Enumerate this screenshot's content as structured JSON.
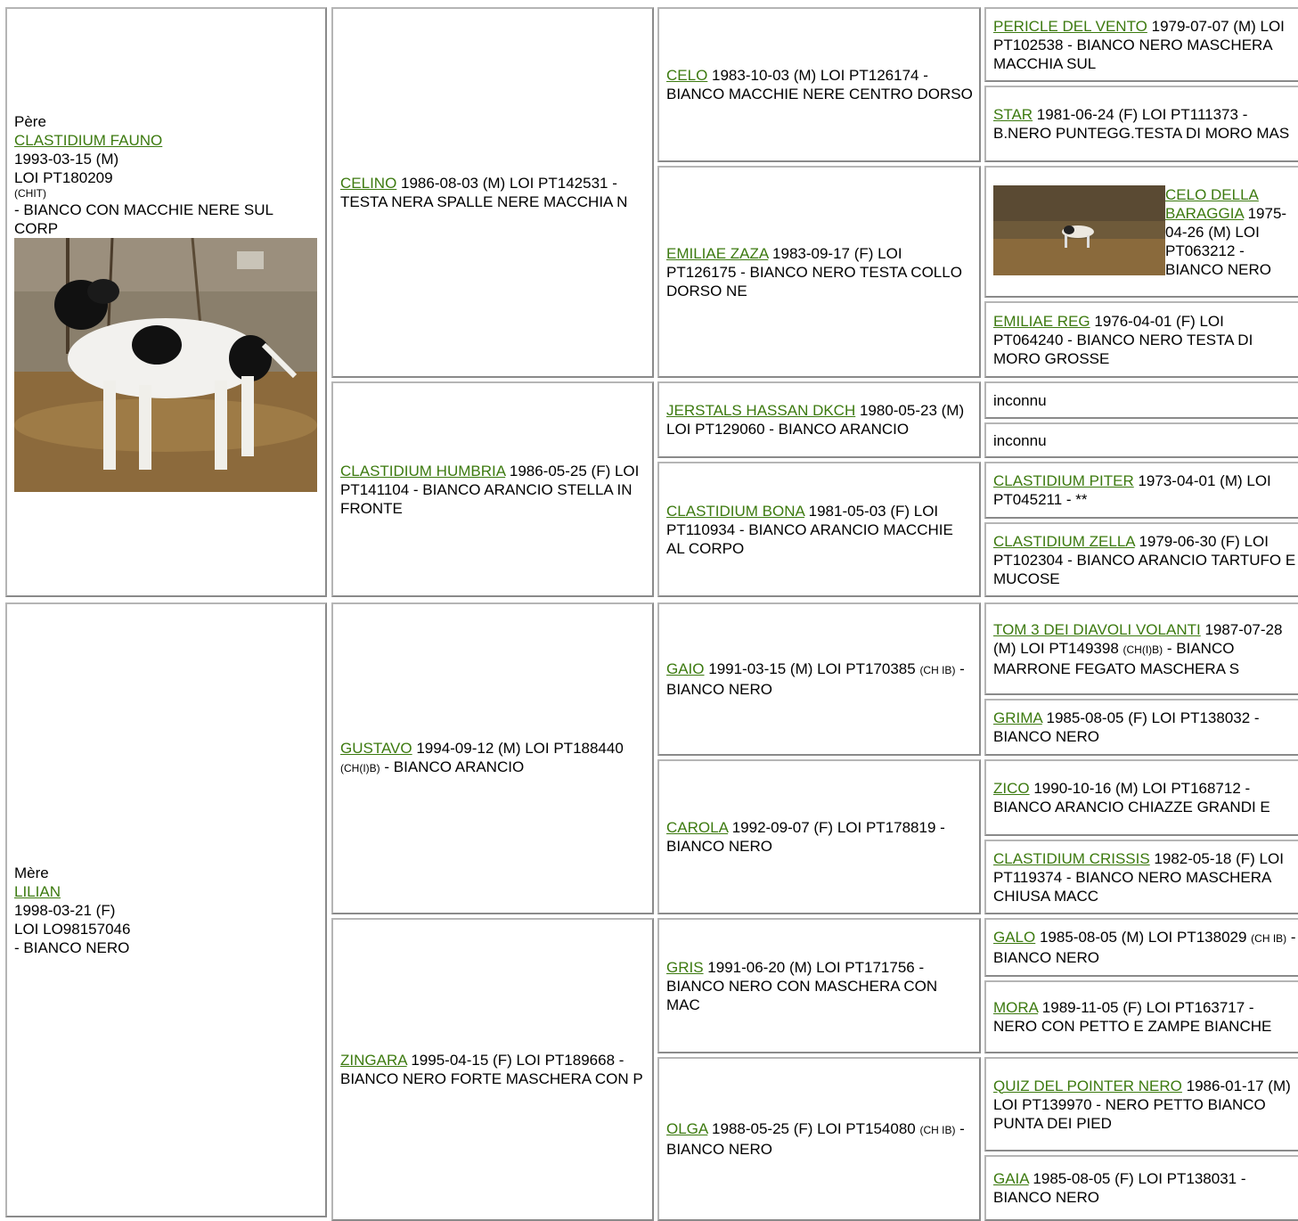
{
  "colors": {
    "link": "#3c7a0f",
    "border": "#b5b5b5"
  },
  "sire": {
    "role": "Père",
    "name": "CLASTIDIUM FAUNO",
    "line1": "1993-03-15 (M)",
    "line2": "LOI PT180209",
    "title": "(CHIT)",
    "desc": "- BIANCO CON MACCHIE NERE SUL CORP"
  },
  "dam": {
    "role": "Mère",
    "name": "LILIAN",
    "line1": "1998-03-21 (F)",
    "line2": "LOI LO98157046",
    "desc": "- BIANCO NERO"
  },
  "g2": [
    {
      "name": "CELINO",
      "info": " 1986-08-03 (M) LOI PT142531 - TESTA NERA SPALLE NERE MACCHIA N"
    },
    {
      "name": "CLASTIDIUM HUMBRIA",
      "info": " 1986-05-25 (F) LOI PT141104 - BIANCO ARANCIO STELLA IN FRONTE"
    },
    {
      "name": "GUSTAVO",
      "info": " 1994-09-12 (M) LOI PT188440 ",
      "title": "(CH(I)B)",
      "info2": " - BIANCO ARANCIO"
    },
    {
      "name": "ZINGARA",
      "info": " 1995-04-15 (F) LOI PT189668 - BIANCO NERO FORTE MASCHERA CON P"
    }
  ],
  "g3": [
    {
      "name": "CELO",
      "info": " 1983-10-03 (M) LOI PT126174 - BIANCO MACCHIE NERE CENTRO DORSO"
    },
    {
      "name": "EMILIAE ZAZA",
      "info": " 1983-09-17 (F) LOI PT126175 - BIANCO NERO TESTA COLLO DORSO NE"
    },
    {
      "name": "JERSTALS HASSAN DKCH",
      "info": " 1980-05-23 (M) LOI PT129060 - BIANCO ARANCIO"
    },
    {
      "name": "CLASTIDIUM BONA",
      "info": " 1981-05-03 (F) LOI PT110934 - BIANCO ARANCIO MACCHIE AL CORPO"
    },
    {
      "name": "GAIO",
      "info": " 1991-03-15 (M) LOI PT170385 ",
      "title": "(CH IB)",
      "info2": " - BIANCO NERO"
    },
    {
      "name": "CAROLA",
      "info": " 1992-09-07 (F) LOI PT178819 - BIANCO NERO"
    },
    {
      "name": "GRIS",
      "info": " 1991-06-20 (M) LOI PT171756 - BIANCO NERO CON MASCHERA CON MAC"
    },
    {
      "name": "OLGA",
      "info": " 1988-05-25 (F) LOI PT154080 ",
      "title": "(CH IB)",
      "info2": " - BIANCO NERO"
    }
  ],
  "g4": [
    {
      "name": "PERICLE DEL VENTO",
      "info": " 1979-07-07 (M) LOI PT102538 - BIANCO NERO MASCHERA MACCHIA SUL"
    },
    {
      "name": "STAR",
      "info": " 1981-06-24 (F) LOI PT111373 - B.NERO PUNTEGG.TESTA DI MORO MAS"
    },
    {
      "name": "CELO DELLA BARAGGIA",
      "info": " 1975-04-26 (M) LOI PT063212 - BIANCO NERO"
    },
    {
      "name": "EMILIAE REG",
      "info": " 1976-04-01 (F) LOI PT064240 - BIANCO NERO TESTA DI MORO GROSSE"
    },
    {
      "unknown": "inconnu"
    },
    {
      "unknown": "inconnu"
    },
    {
      "name": "CLASTIDIUM PITER",
      "info": " 1973-04-01 (M) LOI PT045211 - **"
    },
    {
      "name": "CLASTIDIUM ZELLA",
      "info": " 1979-06-30 (F) LOI PT102304 - BIANCO ARANCIO TARTUFO E MUCOSE"
    },
    {
      "name": "TOM 3 DEI DIAVOLI VOLANTI",
      "info": " 1987-07-28 (M) LOI PT149398 ",
      "title": "(CH(I)B)",
      "info2": " - BIANCO MARRONE FEGATO MASCHERA S"
    },
    {
      "name": "GRIMA",
      "info": " 1985-08-05 (F) LOI PT138032 - BIANCO NERO"
    },
    {
      "name": "ZICO",
      "info": " 1990-10-16 (M) LOI PT168712 - BIANCO ARANCIO CHIAZZE GRANDI E"
    },
    {
      "name": "CLASTIDIUM CRISSIS",
      "info": " 1982-05-18 (F) LOI PT119374 - BIANCO NERO MASCHERA CHIUSA MACC"
    },
    {
      "name": "GALO",
      "info": " 1985-08-05 (M) LOI PT138029 ",
      "title": "(CH IB)",
      "info2": " - BIANCO NERO"
    },
    {
      "name": "MORA",
      "info": " 1989-11-05 (F) LOI PT163717 - NERO CON PETTO E ZAMPE BIANCHE"
    },
    {
      "name": "QUIZ DEL POINTER NERO",
      "info": " 1986-01-17 (M) LOI PT139970 - NERO PETTO BIANCO PUNTA DEI PIED"
    },
    {
      "name": "GAIA",
      "info": " 1985-08-05 (F) LOI PT138031 - BIANCO NERO"
    }
  ]
}
